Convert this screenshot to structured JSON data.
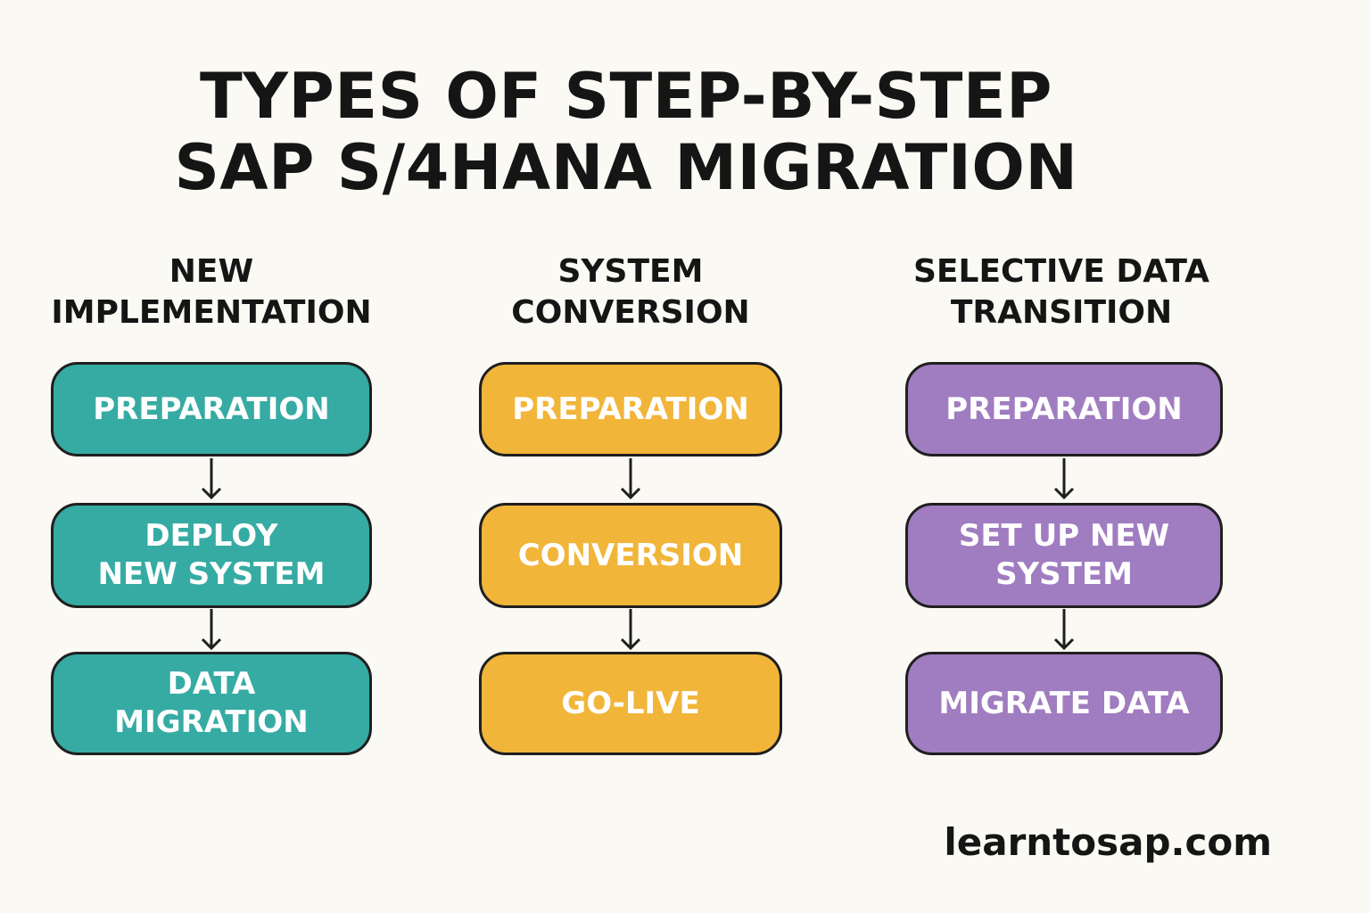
{
  "title": {
    "line1": "TYPES OF STEP-BY-STEP",
    "line2": "SAP S/4HANA MIGRATION"
  },
  "columns": [
    {
      "heading": [
        "NEW",
        "IMPLEMENTATION"
      ],
      "color": "#36aba3",
      "steps": [
        [
          "PREPARATION"
        ],
        [
          "DEPLOY",
          "NEW SYSTEM"
        ],
        [
          "DATA",
          "MIGRATION"
        ]
      ]
    },
    {
      "heading": [
        "SYSTEM",
        "CONVERSION"
      ],
      "color": "#f1b53a",
      "steps": [
        [
          "PREPARATION"
        ],
        [
          "CONVERSION"
        ],
        [
          "GO-LIVE"
        ]
      ]
    },
    {
      "heading": [
        "SELECTIVE DATA",
        "TRANSITION"
      ],
      "color": "#a07cc0",
      "steps": [
        [
          "PREPARATION"
        ],
        [
          "SET UP NEW",
          "SYSTEM"
        ],
        [
          "MIGRATE DATA"
        ]
      ]
    }
  ],
  "footer": "learntosap.com"
}
